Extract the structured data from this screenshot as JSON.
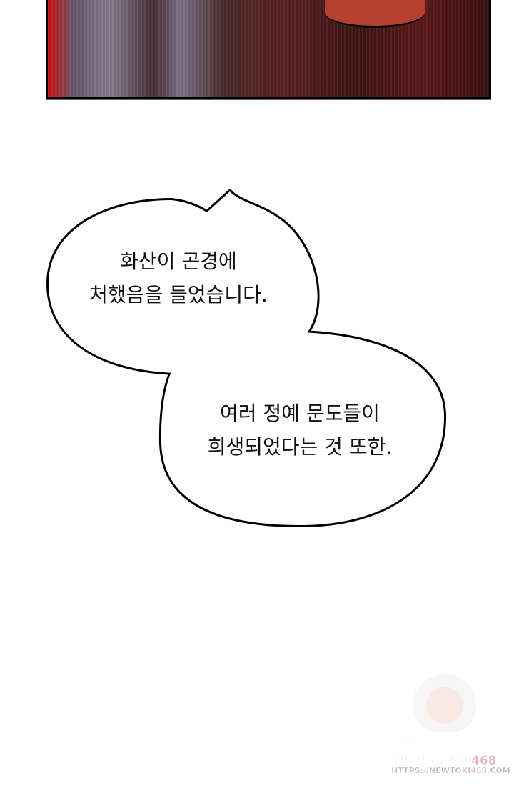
{
  "bubble1": {
    "lines": [
      "화산이 곤경에",
      "처했음을 들었습니다."
    ]
  },
  "bubble2": {
    "lines": [
      "여러 정예 문도들이",
      "희생되었다는 것 또한."
    ]
  },
  "watermark": {
    "line1": "가장 빠른 웹툰제공사이트",
    "line2": "웹툰왕국뉴토끼",
    "line2_number": "468",
    "line3": "HTTPS://NEWTOKI",
    "line3_number": "468",
    "line3_suffix": ".COM"
  }
}
